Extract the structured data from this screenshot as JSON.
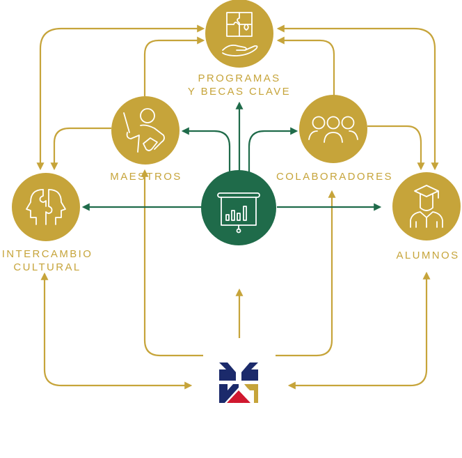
{
  "diagram": {
    "center": {
      "name": "presentation",
      "icon": "presentation-chart-icon",
      "color": "#1f6b4a"
    },
    "nodes": [
      {
        "id": "programas",
        "label_line1": "PROGRAMAS",
        "label_line2": "Y BECAS CLAVE",
        "icon": "puzzle-hand-icon"
      },
      {
        "id": "maestros",
        "label_line1": "MAESTROS",
        "icon": "teacher-icon"
      },
      {
        "id": "colaboradores",
        "label_line1": "COLABORADORES",
        "icon": "group-people-icon"
      },
      {
        "id": "intercambio",
        "label_line1": "INTERCAMBIO",
        "label_line2": "CULTURAL",
        "icon": "puzzle-heads-icon"
      },
      {
        "id": "alumnos",
        "label_line1": "ALUMNOS",
        "icon": "graduate-icon"
      }
    ],
    "logo": {
      "name": "british-flag-logo",
      "colors": {
        "navy": "#1b2a6b",
        "red": "#d0182f",
        "gold": "#c6a43a"
      }
    },
    "colors": {
      "gold": "#c6a43a",
      "green": "#1f6b4a"
    }
  }
}
